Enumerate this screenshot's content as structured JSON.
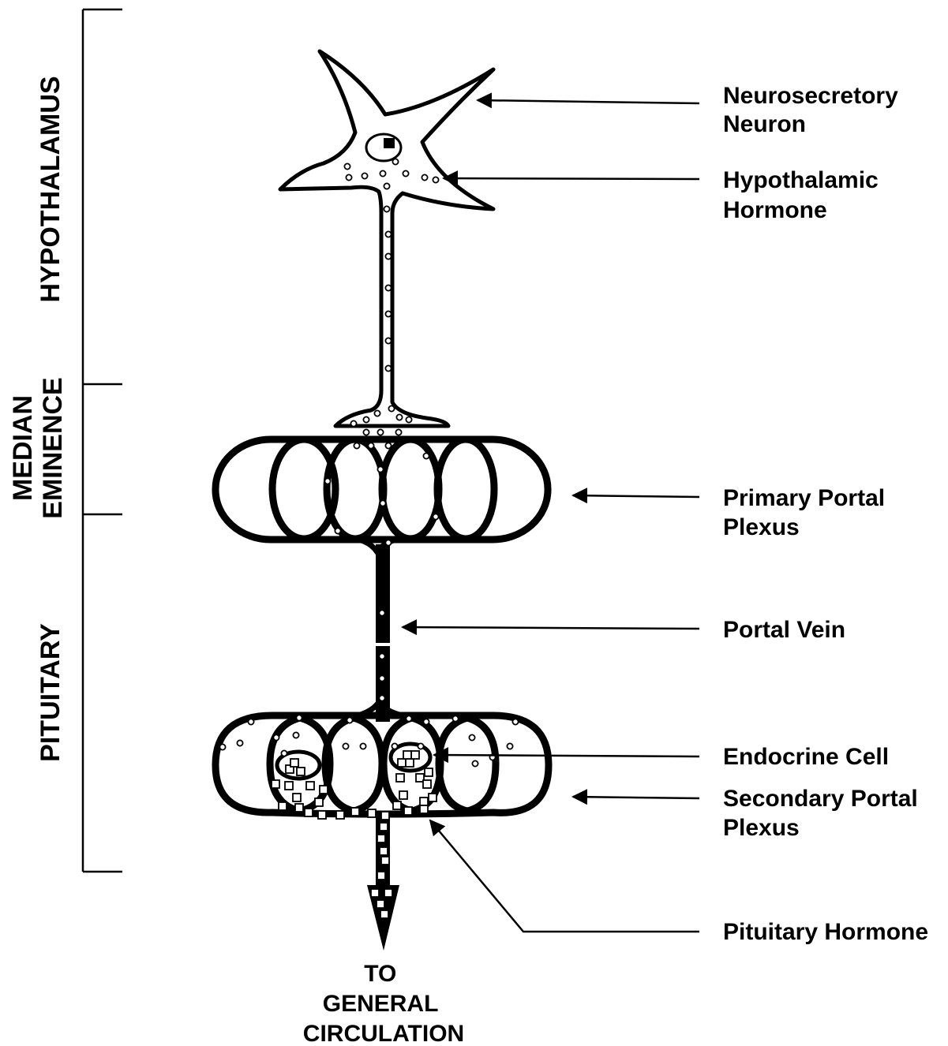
{
  "regions": {
    "hypothalamus": "HYPOTHALAMUS",
    "median_eminence_line1": "MEDIAN",
    "median_eminence_line2": "EMINENCE",
    "pituitary": "PITUITARY"
  },
  "labels": {
    "neurosecretory_neuron": [
      "Neurosecretory",
      "Neuron"
    ],
    "hypothalamic_hormone": [
      "Hypothalamic",
      "Hormone"
    ],
    "primary_portal_plexus": [
      "Primary Portal",
      "Plexus"
    ],
    "portal_vein": [
      "Portal Vein"
    ],
    "endocrine_cell": [
      "Endocrine Cell"
    ],
    "secondary_portal_plexus": [
      "Secondary Portal",
      "Plexus"
    ],
    "pituitary_hormone": [
      "Pituitary Hormone"
    ]
  },
  "outflow": [
    "TO",
    "GENERAL",
    "CIRCULATION"
  ],
  "colors": {
    "ink": "#000000",
    "paper": "#ffffff"
  }
}
